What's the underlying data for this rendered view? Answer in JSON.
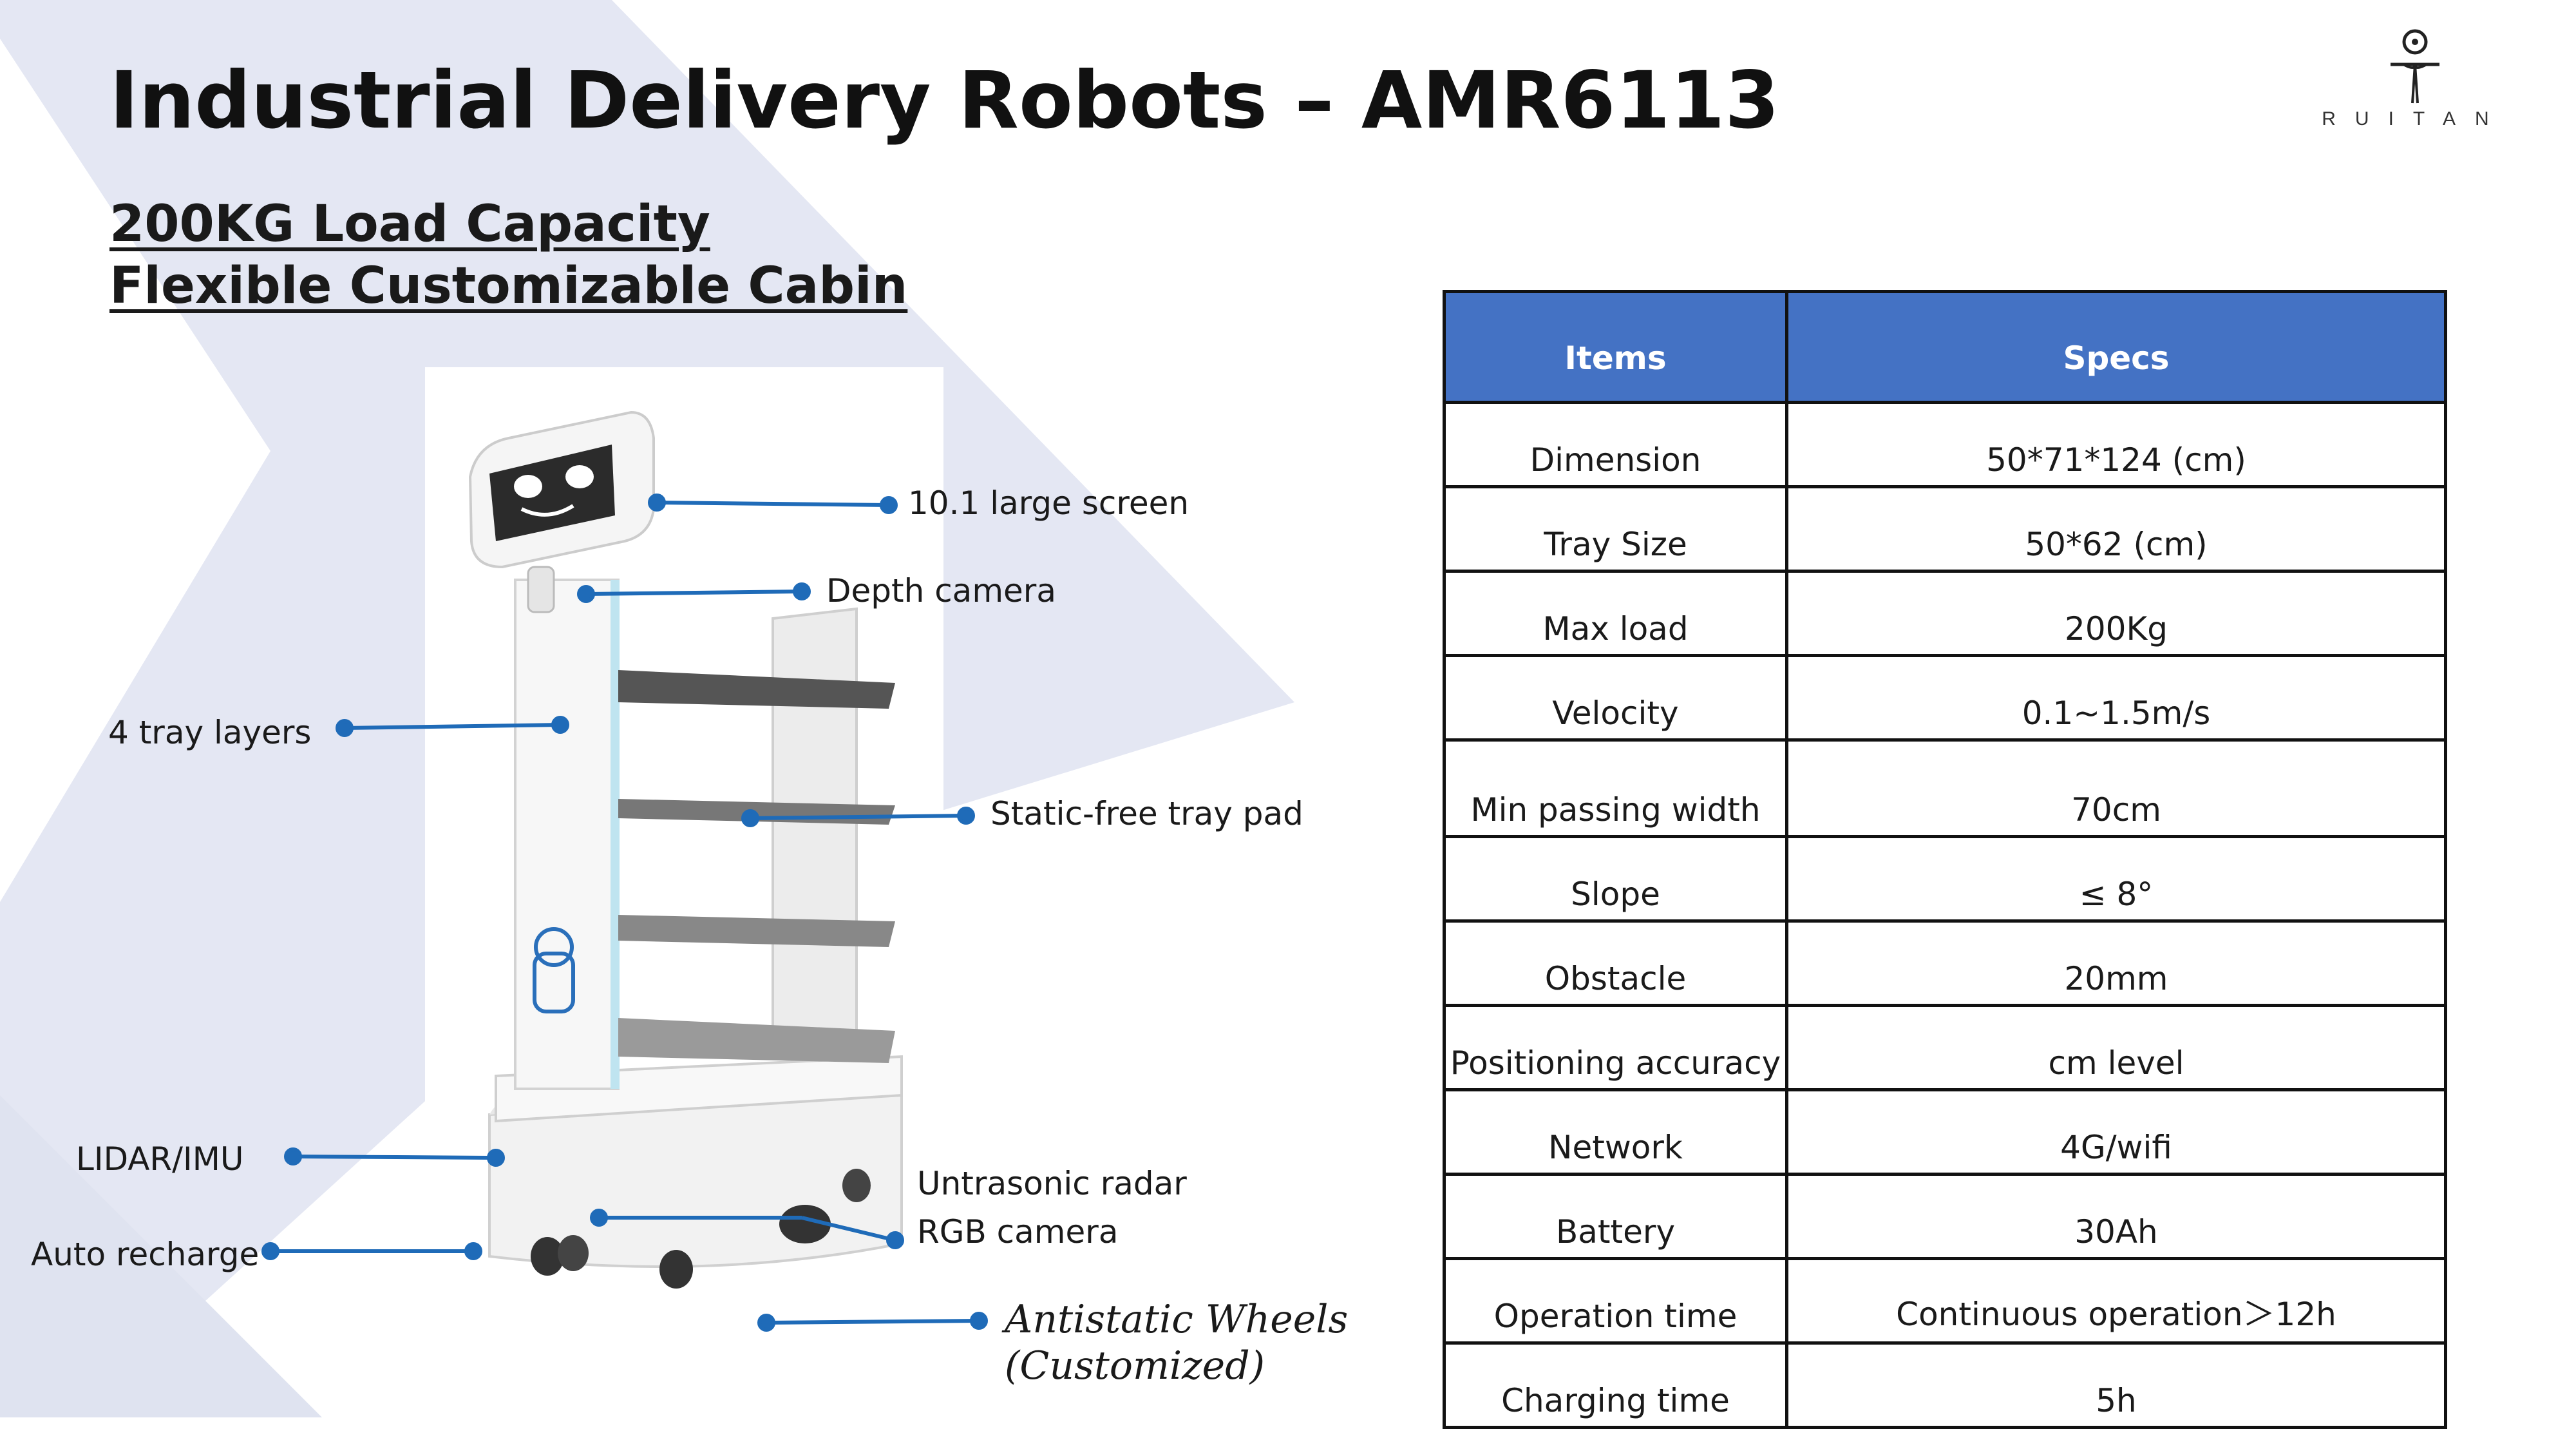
{
  "title": "Industrial Delivery Robots – AMR6113",
  "subtitle": [
    "200KG Load Capacity",
    "Flexible Customizable Cabin"
  ],
  "logo": {
    "icon": "person-antenna-icon",
    "text": "RUITAN"
  },
  "colors": {
    "header_blue": "#4472c4",
    "callout_blue": "#1f6bb8",
    "background_shape": "#e4e7f3"
  },
  "callouts": {
    "screen": "10.1 large screen",
    "depth_camera": "Depth camera",
    "tray_layers": "4 tray layers",
    "tray_pad": "Static-free tray pad",
    "lidar": "LIDAR/IMU",
    "ultrasonic": "Untrasonic radar",
    "rgb_camera": "RGB camera",
    "recharge": "Auto recharge",
    "wheels": [
      "Antistatic Wheels",
      "(Customized)"
    ]
  },
  "table": {
    "headers": [
      "Items",
      "Specs"
    ],
    "rows": [
      [
        "Dimension",
        "50*71*124 (cm)"
      ],
      [
        "Tray Size",
        "50*62 (cm)"
      ],
      [
        "Max load",
        "200Kg"
      ],
      [
        "Velocity",
        "0.1~1.5m/s"
      ],
      [
        "Min passing width",
        "70cm"
      ],
      [
        "Slope",
        "≤ 8°"
      ],
      [
        "Obstacle",
        "20mm"
      ],
      [
        "Positioning accuracy",
        "cm level"
      ],
      [
        "Network",
        "4G/wifi"
      ],
      [
        "Battery",
        "30Ah"
      ],
      [
        "Operation time",
        "Continuous operation＞12h"
      ],
      [
        "Charging time",
        "5h"
      ]
    ]
  }
}
